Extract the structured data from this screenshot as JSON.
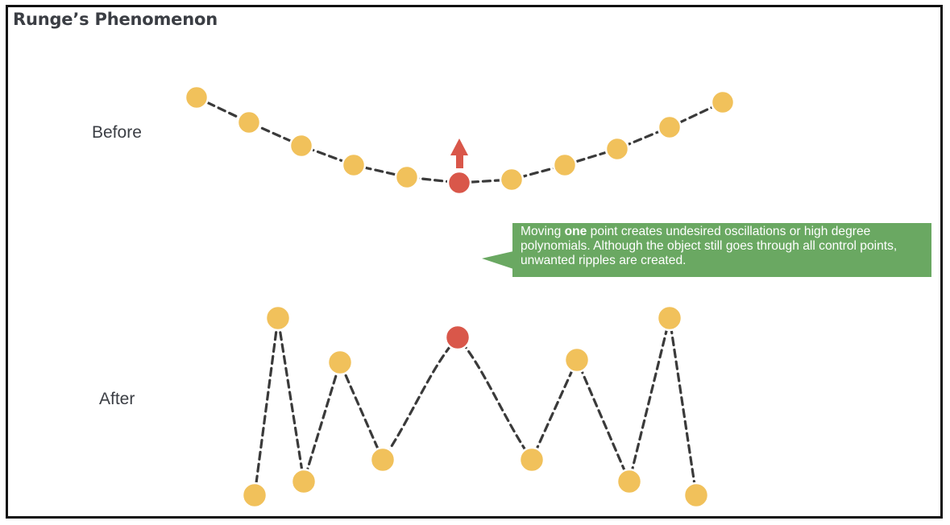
{
  "title": "Runge’s Phenomenon",
  "rows": {
    "before": "Before",
    "after": "After"
  },
  "callout": {
    "prefix": "Moving ",
    "emphasis": "one",
    "suffix": " point creates undesired oscillations or high degree polynomials. Although the object still goes through all control points, unwanted ripples are created."
  },
  "colors": {
    "control_point": "#f1c15b",
    "moved_point": "#d9574a",
    "arrow": "#d9574a",
    "curve": "#3a3a3a",
    "callout_bg": "#6aa862",
    "text": "#3b3e44",
    "border": "#111111"
  },
  "icons": {
    "arrow": "arrow-up-icon"
  }
}
